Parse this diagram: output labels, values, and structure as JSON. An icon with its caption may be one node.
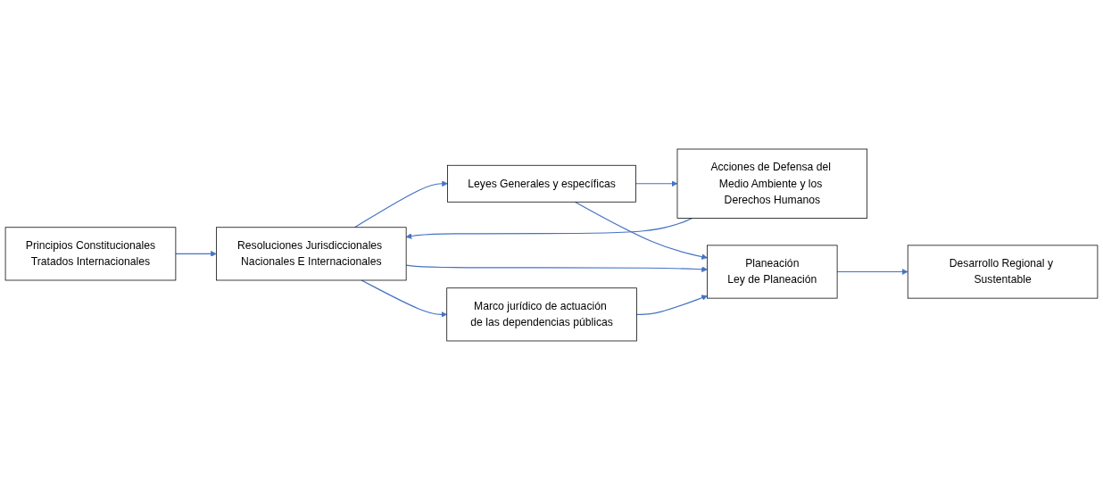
{
  "diagram": {
    "nodes": [
      {
        "text": [
          "Principios Constitucionales",
          "Tratados Internacionales"
        ]
      },
      {
        "text": [
          "Resoluciones Jurisdiccionales Nacionales E Internacionales"
        ]
      },
      {
        "text": [
          "Leyes Generales y específicas"
        ]
      },
      {
        "text": [
          "Acciones de Defensa del Medio Ambiente y los Derechos Humanos"
        ]
      },
      {
        "text": [
          "Planeación",
          "Ley de Planeación"
        ]
      },
      {
        "text": [
          "Marco jurídico de actuación de las dependencias públicas"
        ]
      },
      {
        "text": [
          "Desarrollo Regional y Sustentable"
        ]
      }
    ],
    "edges": [
      {
        "from": 0,
        "to": 1,
        "arrow": "to"
      },
      {
        "from": 1,
        "to": 2,
        "arrow": "to"
      },
      {
        "from": 2,
        "to": 3,
        "arrow": "to"
      },
      {
        "from": 3,
        "to": 1,
        "arrow": "to"
      },
      {
        "from": 2,
        "to": 4,
        "arrow": "to"
      },
      {
        "from": 1,
        "to": 4,
        "arrow": "to"
      },
      {
        "from": 1,
        "to": 5,
        "arrow": "to"
      },
      {
        "from": 5,
        "to": 4,
        "arrow": "to"
      },
      {
        "from": 4,
        "to": 6,
        "arrow": "to"
      }
    ]
  }
}
